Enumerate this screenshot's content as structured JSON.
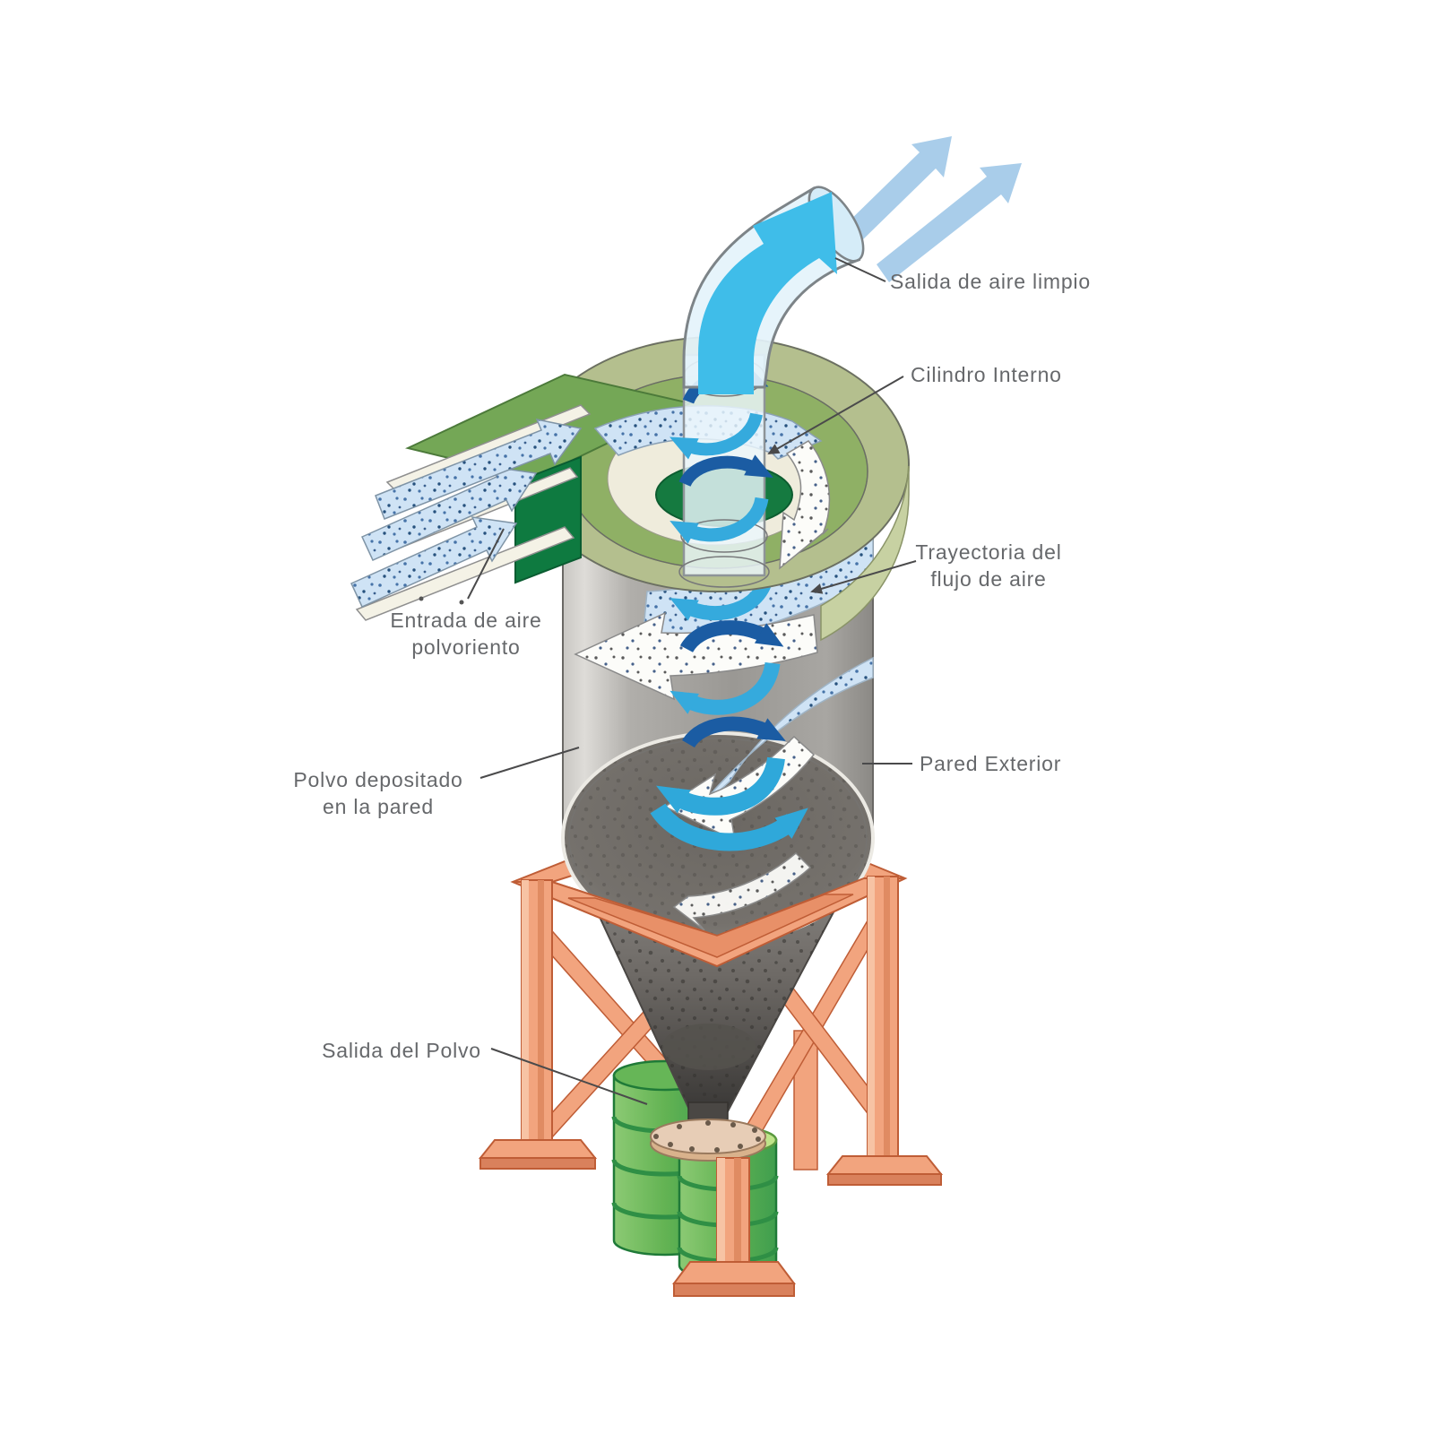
{
  "diagram": {
    "type": "cyclone-dust-collector",
    "labels": {
      "clean_air_out": "Salida de aire limpio",
      "inner_cylinder": "Cilindro Interno",
      "airflow_path_1": "Trayectoria del",
      "airflow_path_2": "flujo de aire",
      "outer_wall": "Pared Exterior",
      "dusty_air_in_1": "Entrada de aire",
      "dusty_air_in_2": "polvoriento",
      "dust_on_wall_1": "Polvo depositado",
      "dust_on_wall_2": "en la pared",
      "dust_outlet": "Salida del Polvo"
    },
    "colors": {
      "label_text": "#66686b",
      "leader_line": "#4a4a4b",
      "clean_air_arrow": "#3fbde9",
      "outline_arrow_blue": "#a9cdea",
      "dusty_arrow_fill": "#cfe3f5",
      "medium_blue_arrow": "#35aadd",
      "dark_blue_arrow": "#1b5ca3",
      "scroll_sage": "#b4bf8e",
      "scroll_green": "#8fb065",
      "inlet_dark_green": "#0e7a40",
      "cylinder_gray": "#9a9894",
      "cone_dark": "#3a3836",
      "stand_orange": "#f2a47e",
      "stand_outline": "#bf5d36",
      "drum_green": "#57ad4c",
      "flange_tan": "#e7cdb6"
    }
  }
}
